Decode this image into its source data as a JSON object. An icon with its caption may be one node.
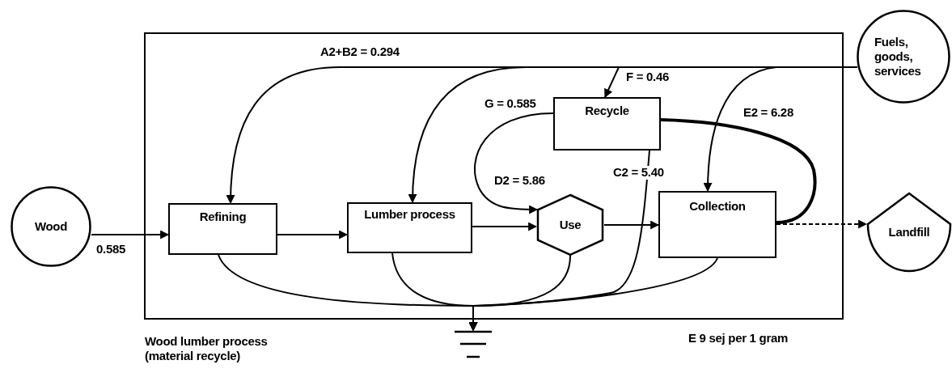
{
  "diagram": {
    "nodes": [
      {
        "text": [],
        "shape": "box"
      },
      {
        "text": [
          "Wood"
        ]
      },
      {
        "text": [
          "Fuels, goods, services"
        ]
      },
      {
        "text": [
          "Refining"
        ],
        "in": 0
      },
      {
        "text": [
          "Lumber process"
        ],
        "in": 0
      },
      {
        "text": [
          "Use"
        ],
        "in": 0
      },
      {
        "text": [
          "Recycle"
        ],
        "in": 0
      },
      {
        "text": [
          "Collection"
        ],
        "in": 0
      },
      {
        "text": [
          "Landfill"
        ]
      },
      {
        "text": [],
        "shape": "ground"
      }
    ],
    "edges": [
      {
        "from": 1,
        "to": 3,
        "arrow": "to",
        "label": "0.585"
      },
      {
        "from": 2,
        "to": 3,
        "arrow": "to",
        "label": "A2+B2 = 0.294"
      },
      {
        "from": 2,
        "to": 4,
        "arrow": "to"
      },
      {
        "from": 2,
        "to": 6,
        "arrow": "to",
        "label": "F = 0.46"
      },
      {
        "from": 2,
        "to": 7,
        "arrow": "to"
      },
      {
        "from": 3,
        "to": 4,
        "arrow": "to"
      },
      {
        "from": 4,
        "to": 5,
        "arrow": "to"
      },
      {
        "from": 5,
        "to": 7,
        "arrow": "to"
      },
      {
        "from": 6,
        "to": 5,
        "arrow": "to",
        "label": "D2 = 5.86"
      },
      {
        "from": 7,
        "to": 6,
        "arrow": "none",
        "style": "thick",
        "label": "E2 = 6.28"
      },
      {
        "from": 7,
        "to": 8,
        "arrow": "to",
        "style": "dashed"
      },
      {
        "from": 3,
        "to": 9,
        "arrow": "to"
      },
      {
        "from": 4,
        "to": 9,
        "arrow": "to"
      },
      {
        "from": 5,
        "to": 9,
        "arrow": "to"
      },
      {
        "from": 6,
        "to": 9,
        "arrow": "to",
        "label": "C2 = 5.40"
      },
      {
        "from": 7,
        "to": 9,
        "arrow": "to"
      }
    ],
    "labels": [
      "G = 0.585",
      "Wood lumber process (material recycle)",
      "E 9 sej per 1 gram"
    ]
  }
}
